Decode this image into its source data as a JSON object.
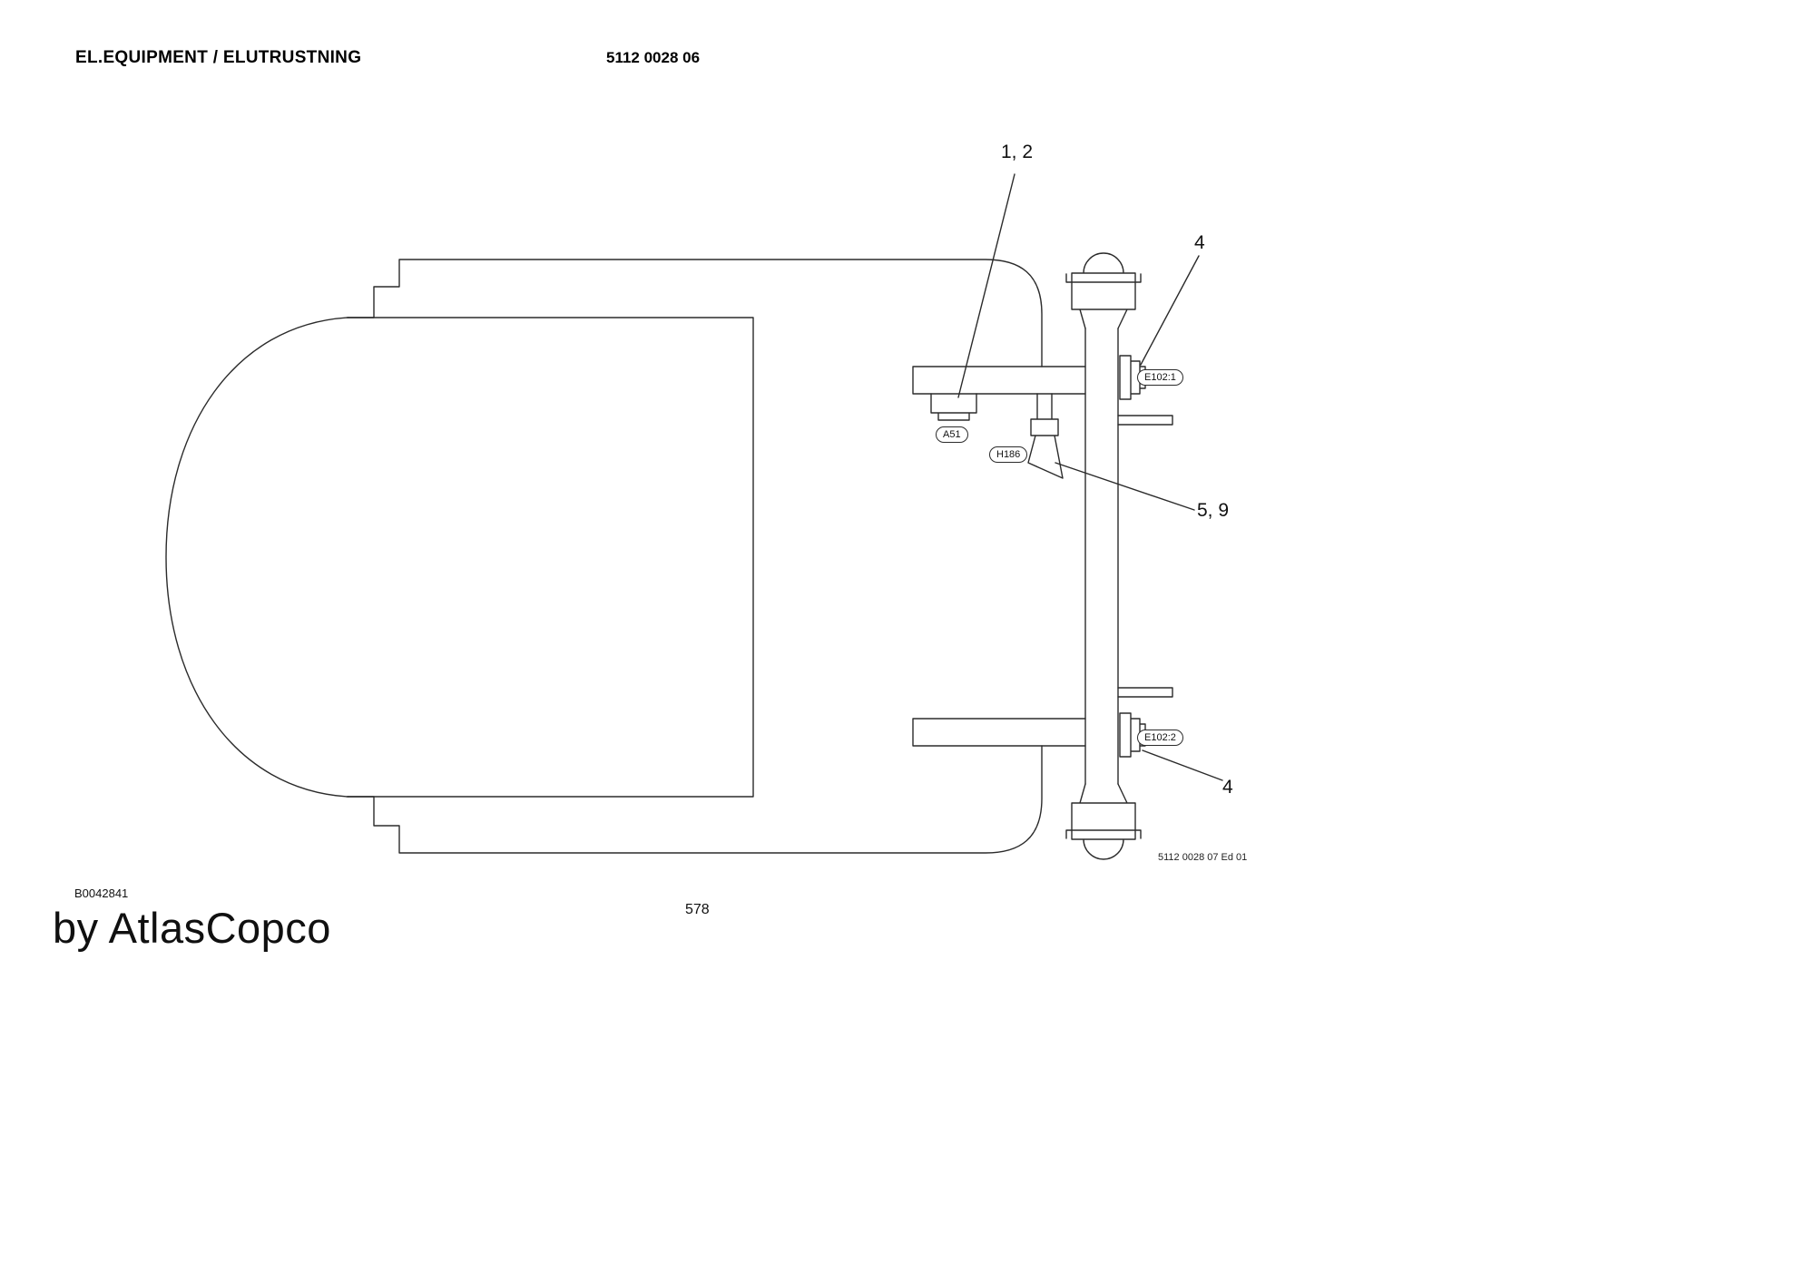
{
  "header": {
    "title": "EL.EQUIPMENT / ELUTRUSTNING",
    "doc_number": "5112 0028 06"
  },
  "callouts": {
    "items_1_2": "1, 2",
    "item_4_top": "4",
    "items_5_9": "5, 9",
    "item_4_bottom": "4"
  },
  "component_tags": {
    "a51": "A51",
    "h186": "H186",
    "e102_1": "E102:1",
    "e102_2": "E102:2"
  },
  "notes": {
    "edition": "5112 0028 07 Ed 01"
  },
  "footer": {
    "figure_code": "B0042841",
    "page_number": "578",
    "watermark": "by AtlasCopco"
  }
}
